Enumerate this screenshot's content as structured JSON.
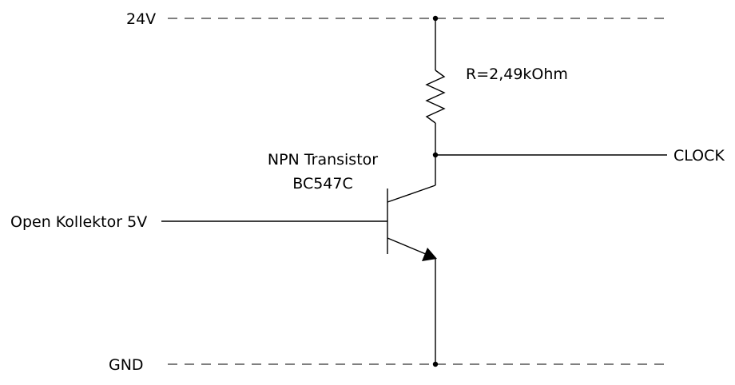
{
  "rails": {
    "supply_label": "24V",
    "ground_label": "GND"
  },
  "resistor": {
    "label": "R=2,49kOhm"
  },
  "transistor": {
    "type_label": "NPN Transistor",
    "part_label": "BC547C"
  },
  "signals": {
    "input_label": "Open Kollektor 5V",
    "output_label": "CLOCK"
  },
  "colors": {
    "line": "#000000",
    "dashed_rail": "#555555",
    "background": "#ffffff"
  }
}
